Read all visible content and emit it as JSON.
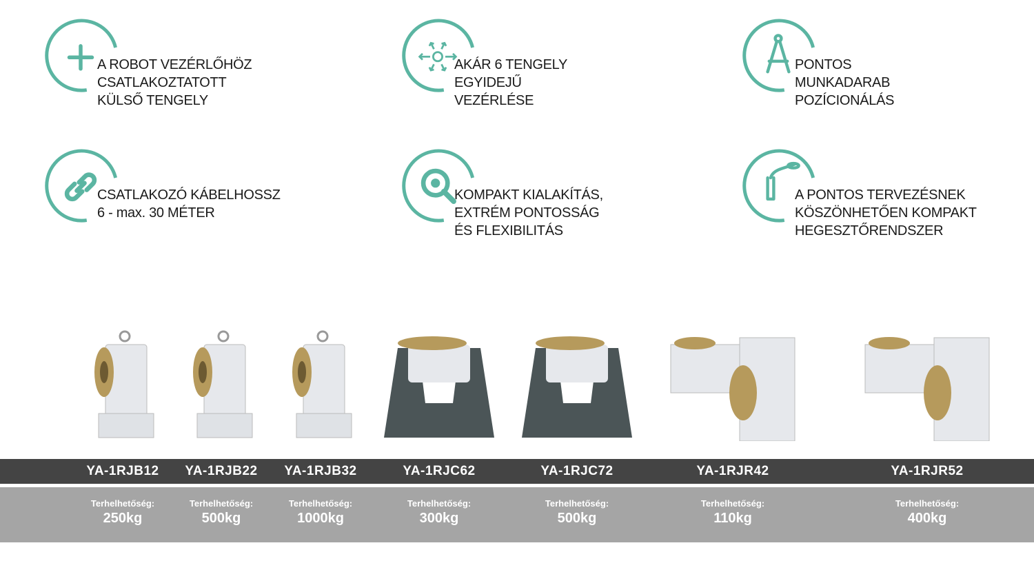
{
  "accent_color": "#5bb5a2",
  "features": [
    {
      "icon": "plus-icon",
      "lines": [
        "A ROBOT VEZÉRLŐHÖZ",
        "CSATLAKOZTATOTT",
        "KÜLSŐ TENGELY"
      ]
    },
    {
      "icon": "arrows-out-icon",
      "lines": [
        "AKÁR 6 TENGELY",
        "EGYIDEJŰ",
        "VEZÉRLÉSE"
      ]
    },
    {
      "icon": "compass-icon",
      "lines": [
        "PONTOS",
        "MUNKADARAB",
        "POZÍCIONÁLÁS"
      ]
    },
    {
      "icon": "link-icon",
      "lines": [
        "CSATLAKOZÓ KÁBELHOSSZ",
        "6 - max. 30 MÉTER"
      ]
    },
    {
      "icon": "search-gear-icon",
      "lines": [
        "KOMPAKT KIALAKÍTÁS,",
        "EXTRÉM PONTOSSÁG",
        "ÉS FLEXIBILITÁS"
      ]
    },
    {
      "icon": "welding-torch-icon",
      "lines": [
        "A PONTOS TERVEZÉSNEK",
        "KÖSZÖNHETŐEN KOMPAKT",
        "HEGESZTŐRENDSZER"
      ]
    }
  ],
  "products": [
    {
      "model": "YA-1RJB12",
      "load_label": "Terhelhetőség:",
      "load": "250kg"
    },
    {
      "model": "YA-1RJB22",
      "load_label": "Terhelhetőség:",
      "load": "500kg"
    },
    {
      "model": "YA-1RJB32",
      "load_label": "Terhelhetőség:",
      "load": "1000kg"
    },
    {
      "model": "YA-1RJC62",
      "load_label": "Terhelhetőség:",
      "load": "300kg"
    },
    {
      "model": "YA-1RJC72",
      "load_label": "Terhelhetőség:",
      "load": "500kg"
    },
    {
      "model": "YA-1RJR42",
      "load_label": "Terhelhetőség:",
      "load": "110kg"
    },
    {
      "model": "YA-1RJR52",
      "load_label": "Terhelhetőség:",
      "load": "400kg"
    }
  ]
}
